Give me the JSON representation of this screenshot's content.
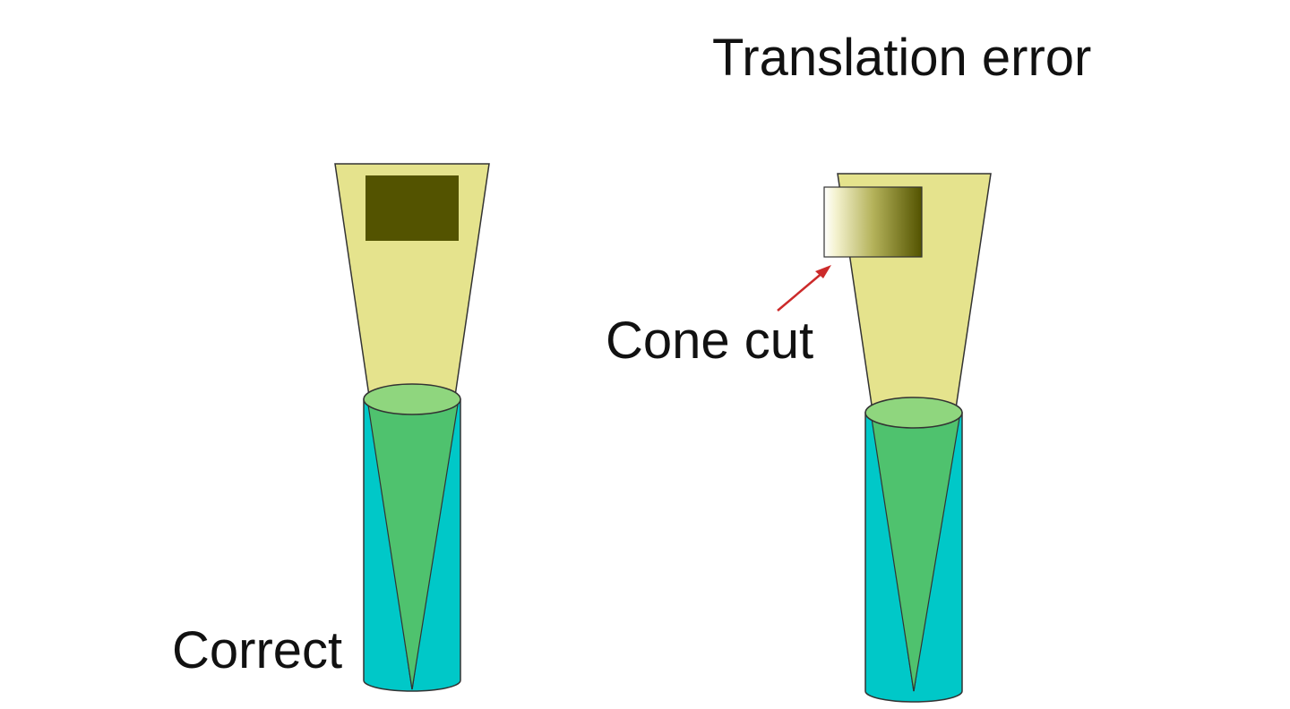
{
  "labels": {
    "translation_error": "Translation error",
    "cone_cut": "Cone cut",
    "correct": "Correct"
  },
  "colors": {
    "beam": "#e5e38d",
    "cylinder": "#00c8c8",
    "overlap": "#4fc26e",
    "overlap_top": "#8fd67e",
    "field_dark": "#535300",
    "arrow": "#cc2a2a",
    "outline": "#333333"
  }
}
